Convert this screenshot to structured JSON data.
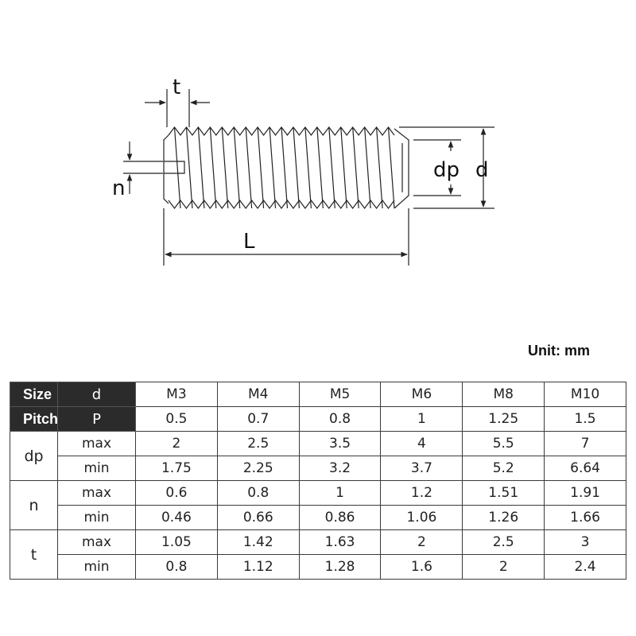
{
  "diagram": {
    "labels": {
      "t": "t",
      "n": "n",
      "L": "L",
      "dp": "dp",
      "d": "d"
    }
  },
  "unit_label": "Unit: mm",
  "table": {
    "size_row": {
      "label": "Size",
      "symbol": "d",
      "values": [
        "M3",
        "M4",
        "M5",
        "M6",
        "M8",
        "M10"
      ]
    },
    "pitch_row": {
      "label": "Pitch",
      "symbol": "P",
      "values": [
        "0.5",
        "0.7",
        "0.8",
        "1",
        "1.25",
        "1.5"
      ]
    },
    "groups": [
      {
        "name": "dp",
        "rows": [
          {
            "bound": "max",
            "values": [
              "2",
              "2.5",
              "3.5",
              "4",
              "5.5",
              "7"
            ]
          },
          {
            "bound": "min",
            "values": [
              "1.75",
              "2.25",
              "3.2",
              "3.7",
              "5.2",
              "6.64"
            ]
          }
        ]
      },
      {
        "name": "n",
        "rows": [
          {
            "bound": "max",
            "values": [
              "0.6",
              "0.8",
              "1",
              "1.2",
              "1.51",
              "1.91"
            ]
          },
          {
            "bound": "min",
            "values": [
              "0.46",
              "0.66",
              "0.86",
              "1.06",
              "1.26",
              "1.66"
            ]
          }
        ]
      },
      {
        "name": "t",
        "rows": [
          {
            "bound": "max",
            "values": [
              "1.05",
              "1.42",
              "1.63",
              "2",
              "2.5",
              "3"
            ]
          },
          {
            "bound": "min",
            "values": [
              "0.8",
              "1.12",
              "1.28",
              "1.6",
              "2",
              "2.4"
            ]
          }
        ]
      }
    ]
  }
}
